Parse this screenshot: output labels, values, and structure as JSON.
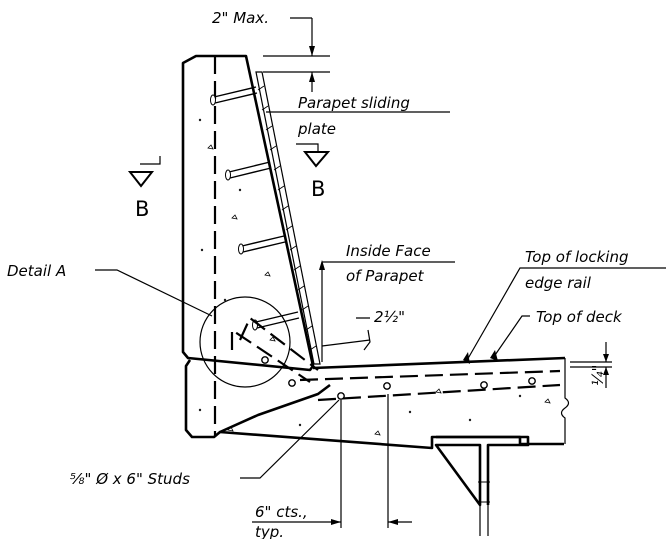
{
  "labels": {
    "max_clearance": "2\" Max.",
    "sliding_plate_line1": "Parapet sliding",
    "sliding_plate_line2": "plate",
    "section_left": "B",
    "section_right": "B",
    "inside_face_line1": "Inside Face",
    "inside_face_line2": "of Parapet",
    "top_locking_line1": "Top of locking",
    "top_locking_line2": "edge rail",
    "top_deck": "Top of deck",
    "detail_a": "Detail A",
    "dim_two_half": "2½\"",
    "dim_quarter": "¼\"",
    "studs_frac": "⅝",
    "studs": "\" Ø x 6\" Studs",
    "spacing_line1": "6\" cts.,",
    "spacing_line2": "typ."
  },
  "colors": {
    "line": "#000000",
    "background": "#ffffff"
  }
}
